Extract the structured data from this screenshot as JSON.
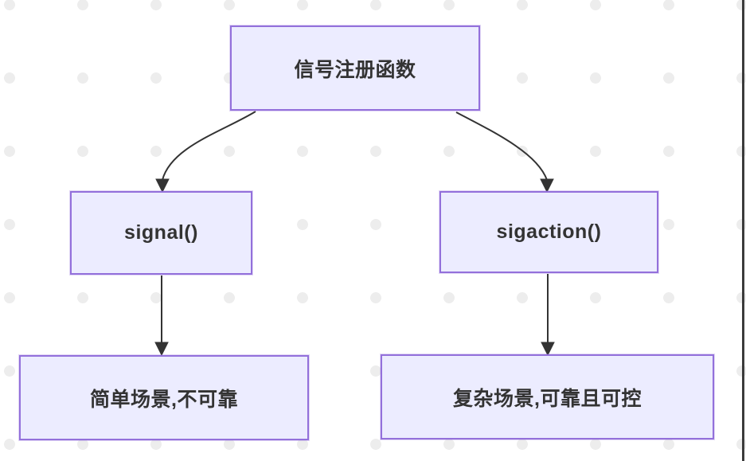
{
  "diagram": {
    "type": "flowchart",
    "direction": "top-down",
    "nodes": {
      "root": {
        "label": "信号注册函数"
      },
      "signal": {
        "label": "signal()"
      },
      "sigaction": {
        "label": "sigaction()"
      },
      "signal_result": {
        "label": "简单场景,不可靠"
      },
      "sigaction_result": {
        "label": "复杂场景,可靠且可控"
      }
    },
    "edges": [
      {
        "from": "root",
        "to": "signal",
        "arrow": "filled-triangle"
      },
      {
        "from": "root",
        "to": "sigaction",
        "arrow": "filled-triangle"
      },
      {
        "from": "signal",
        "to": "signal_result",
        "arrow": "filled-triangle"
      },
      {
        "from": "sigaction",
        "to": "sigaction_result",
        "arrow": "filled-triangle"
      }
    ],
    "colors": {
      "node_fill": "#ECECFF",
      "node_border": "#9370DB",
      "node_text": "#333333",
      "edge_stroke": "#333333",
      "background": "#FFFFFF",
      "background_dots": "#EDEDED",
      "pane_divider": "#3B3B3B"
    }
  }
}
